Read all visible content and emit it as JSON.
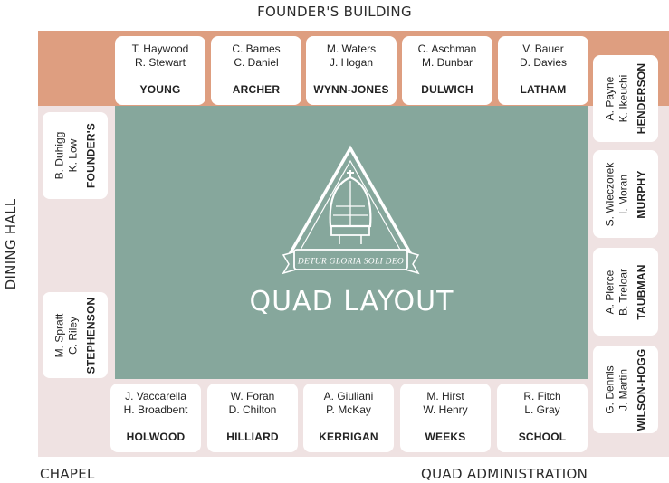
{
  "labels": {
    "top": "FOUNDER'S BUILDING",
    "left": "DINING HALL",
    "bottom_left": "CHAPEL",
    "bottom_right": "QUAD ADMINISTRATION"
  },
  "quad": {
    "title": "QUAD LAYOUT",
    "motto": "DETUR GLORIA SOLI DEO"
  },
  "top_row": [
    {
      "names": [
        "T. Haywood",
        "R. Stewart"
      ],
      "house": "YOUNG"
    },
    {
      "names": [
        "C. Barnes",
        "C. Daniel"
      ],
      "house": "ARCHER"
    },
    {
      "names": [
        "M. Waters",
        "J. Hogan"
      ],
      "house": "WYNN-JONES"
    },
    {
      "names": [
        "C. Aschman",
        "M. Dunbar"
      ],
      "house": "DULWICH"
    },
    {
      "names": [
        "V. Bauer",
        "D. Davies"
      ],
      "house": "LATHAM"
    }
  ],
  "bottom_row": [
    {
      "names": [
        "J. Vaccarella",
        "H. Broadbent"
      ],
      "house": "HOLWOOD"
    },
    {
      "names": [
        "W. Foran",
        "D. Chilton"
      ],
      "house": "HILLIARD"
    },
    {
      "names": [
        "A. Giuliani",
        "P. McKay"
      ],
      "house": "KERRIGAN"
    },
    {
      "names": [
        "M. Hirst",
        "W. Henry"
      ],
      "house": "WEEKS"
    },
    {
      "names": [
        "R. Fitch",
        "L. Gray"
      ],
      "house": "SCHOOL"
    }
  ],
  "left_col": [
    {
      "names": [
        "B. Duhigg",
        "K. Low"
      ],
      "house": "FOUNDER'S"
    },
    {
      "names": [
        "M. Spratt",
        "C. Riley"
      ],
      "house": "STEPHENSON"
    }
  ],
  "right_col": [
    {
      "names": [
        "A. Payne",
        "K. Ikeuchi"
      ],
      "house": "HENDERSON"
    },
    {
      "names": [
        "S. Wieczorek",
        "I. Moran"
      ],
      "house": "MURPHY"
    },
    {
      "names": [
        "A. Pierce",
        "B. Treloar"
      ],
      "house": "TAUBMAN"
    },
    {
      "names": [
        "G. Dennis",
        "J. Martin"
      ],
      "house": "WILSON-HOGG"
    }
  ],
  "colors": {
    "top_band": "#de9e80",
    "frame": "#efe2e2",
    "quad": "#86a79c",
    "card": "#ffffff"
  },
  "icons": {
    "crest": "mitre-crest-icon"
  }
}
